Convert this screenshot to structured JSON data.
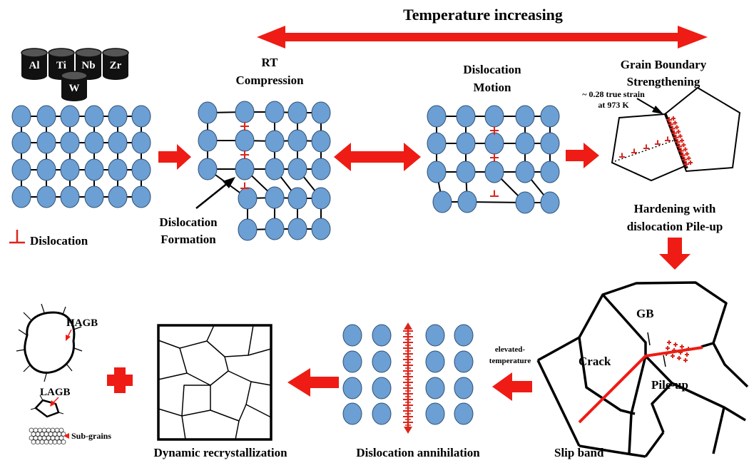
{
  "title": "Temperature increasing",
  "elements": [
    "Al",
    "Ti",
    "Nb",
    "Zr",
    "W"
  ],
  "labels": {
    "dislocation_legend": "Dislocation",
    "rt_compression_1": "RT",
    "rt_compression_2": "Compression",
    "dislocation_formation_1": "Dislocation",
    "dislocation_formation_2": "Formation",
    "dislocation_motion_1": "Dislocation",
    "dislocation_motion_2": "Motion",
    "gb_strengthening_1": "Grain Boundary",
    "gb_strengthening_2": "Strengthening",
    "strain_1": "~ 0.28 true strain",
    "strain_2": "at 973 K",
    "hardening_1": "Hardening with",
    "hardening_2": "dislocation Pile-up",
    "gb": "GB",
    "crack": "Crack",
    "pileup": "Pile-up",
    "slip_band": "Slip band",
    "elevated_1": "elevated-",
    "elevated_2": "temperature",
    "annihilation": "Dislocation annihilation",
    "drx": "Dynamic recrystallization",
    "hagb": "HAGB",
    "lagb": "LAGB",
    "subgrains": "Sub-grains"
  },
  "colors": {
    "atom": "#6c9fd3",
    "atom_stroke": "#2e4f74",
    "arrow": "#ee1c14",
    "dislocation": "#d9261c",
    "line": "#000000"
  }
}
